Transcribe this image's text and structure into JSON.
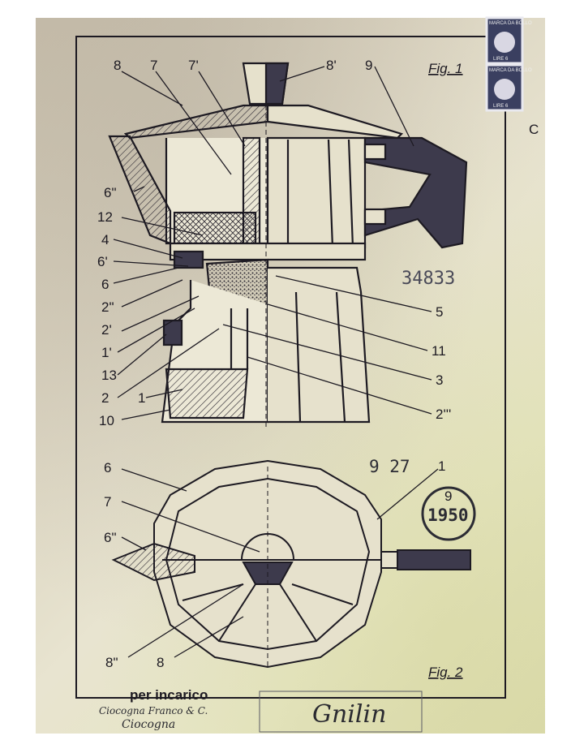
{
  "figures": {
    "fig1_title": "Fig. 1",
    "fig2_title": "Fig. 2"
  },
  "fig1_labels": {
    "l8": "8",
    "l7": "7",
    "l7p": "7'",
    "l8p": "8'",
    "l9": "9",
    "l6pp": "6\"",
    "l12": "12",
    "l4": "4",
    "l6p": "6'",
    "l6": "6",
    "l2pp": "2\"",
    "l2p": "2'",
    "l1p": "1'",
    "l13": "13",
    "l2": "2",
    "l1": "1",
    "l10": "10",
    "l5": "5",
    "l11": "11",
    "l3": "3",
    "l2ppp": "2'''"
  },
  "fig2_labels": {
    "l6": "6",
    "l7": "7",
    "l6pp": "6\"",
    "l8pp": "8\"",
    "l8": "8",
    "l1": "1"
  },
  "stamps": {
    "serial": "34833",
    "number_927": "9 27",
    "round_stamp": "1950",
    "round_stamp_top": "9",
    "revenue_top": "MARCA DA BOLLO",
    "revenue_value": "LIRE 6",
    "corner_mark": "C"
  },
  "signature": {
    "stamp_line": "per incarico",
    "firm": "Ciocogna Franco & C.",
    "signer": "Ciocogna",
    "right_signature": "Gnilin"
  },
  "colors": {
    "ink": "#1d1a22",
    "handle": "#3d3a4c",
    "paper": "#e4dfc8"
  }
}
